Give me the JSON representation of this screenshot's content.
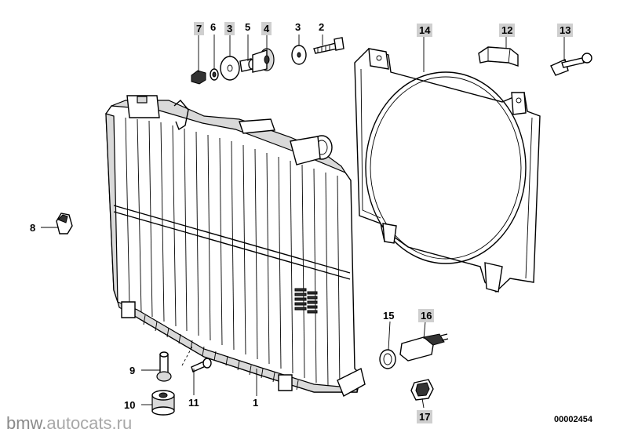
{
  "callouts": {
    "c1": "1",
    "c2": "2",
    "c3a": "3",
    "c3b": "3",
    "c4": "4",
    "c5": "5",
    "c6": "6",
    "c7": "7",
    "c8": "8",
    "c9": "9",
    "c10": "10",
    "c11": "11",
    "c12": "12",
    "c13": "13",
    "c14": "14",
    "c15": "15",
    "c16": "16",
    "c17": "17"
  },
  "watermark": {
    "brand": "bmw.",
    "site": "autocats.ru"
  },
  "diagram_id": "00002454"
}
